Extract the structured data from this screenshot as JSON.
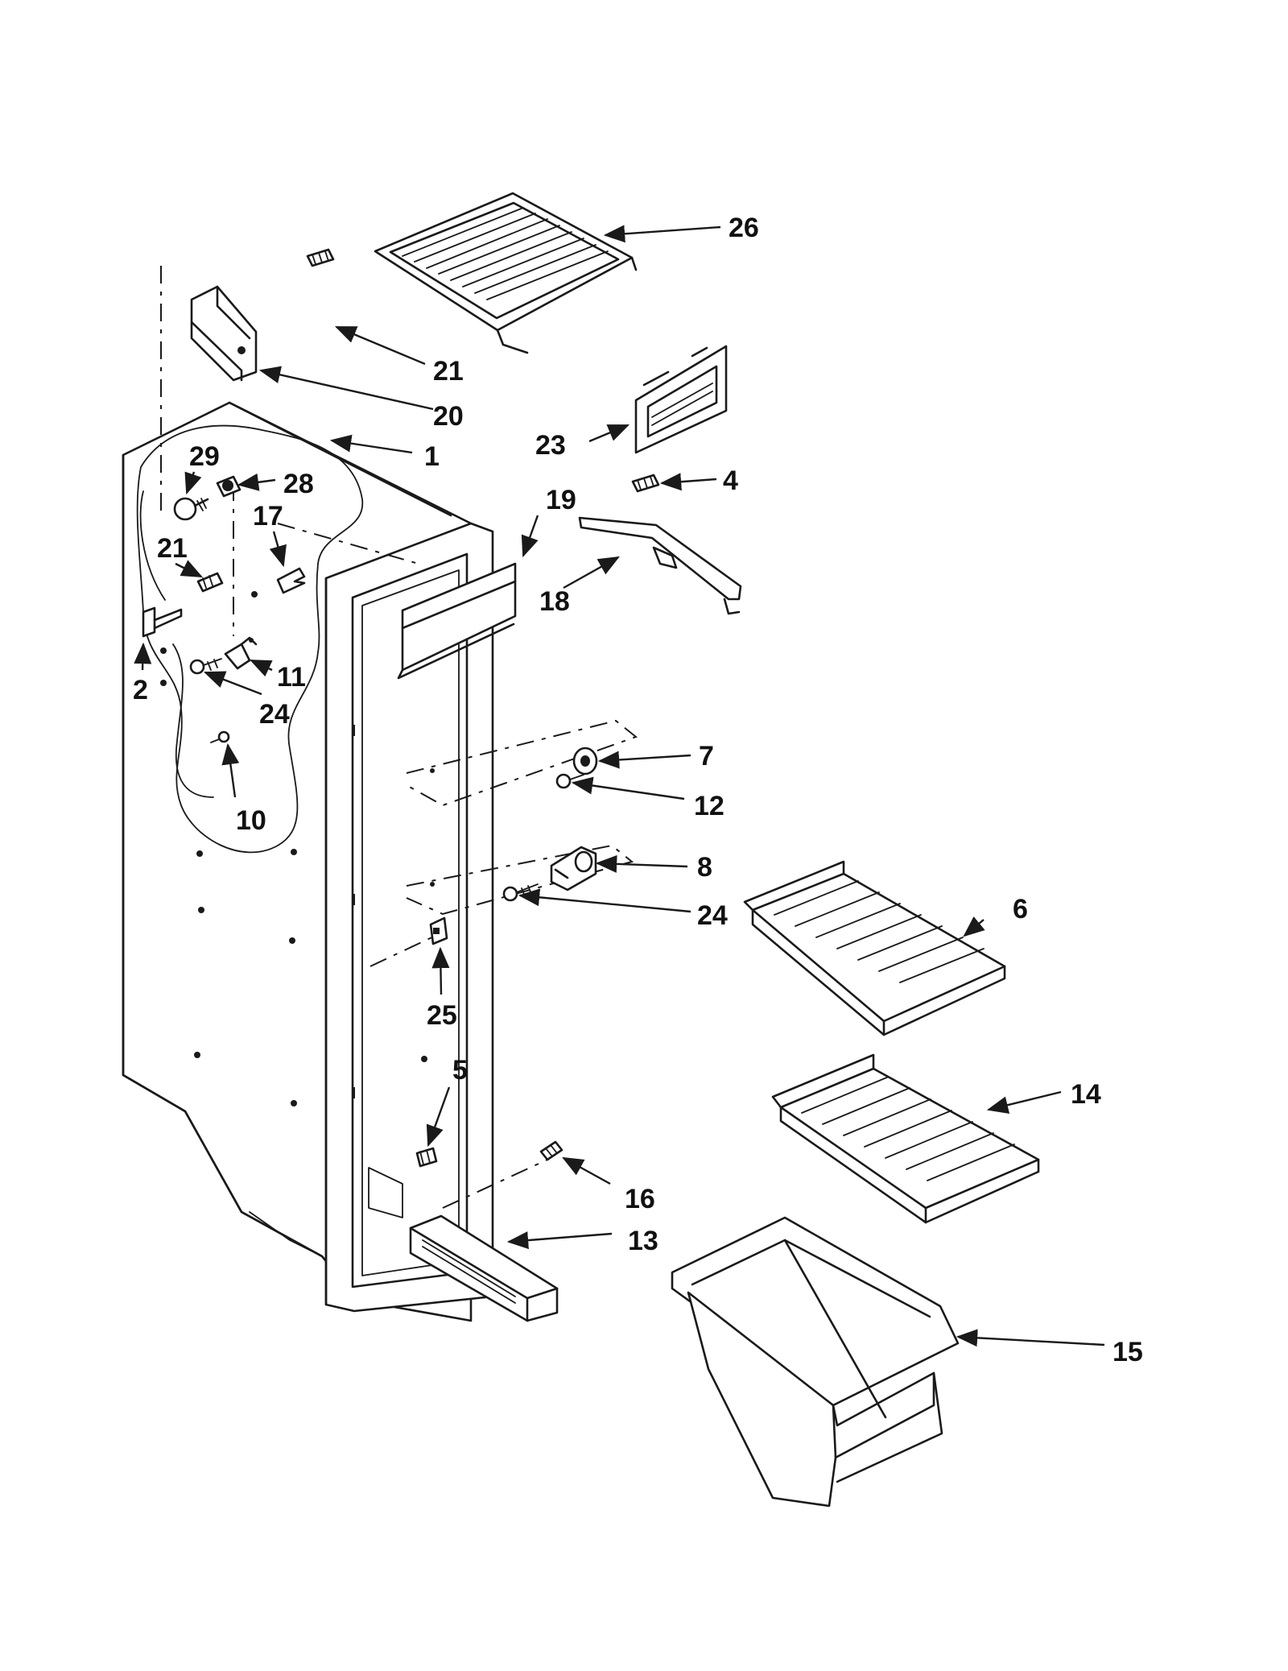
{
  "callouts": [
    {
      "id": "c26",
      "label": "26"
    },
    {
      "id": "c21a",
      "label": "21"
    },
    {
      "id": "c20",
      "label": "20"
    },
    {
      "id": "c1",
      "label": "1"
    },
    {
      "id": "c23",
      "label": "23"
    },
    {
      "id": "c29",
      "label": "29"
    },
    {
      "id": "c28",
      "label": "28"
    },
    {
      "id": "c4",
      "label": "4"
    },
    {
      "id": "c19",
      "label": "19"
    },
    {
      "id": "c17",
      "label": "17"
    },
    {
      "id": "c21b",
      "label": "21"
    },
    {
      "id": "c18",
      "label": "18"
    },
    {
      "id": "c11",
      "label": "11"
    },
    {
      "id": "c2",
      "label": "2"
    },
    {
      "id": "c24a",
      "label": "24"
    },
    {
      "id": "c7",
      "label": "7"
    },
    {
      "id": "c12",
      "label": "12"
    },
    {
      "id": "c10",
      "label": "10"
    },
    {
      "id": "c8",
      "label": "8"
    },
    {
      "id": "c6",
      "label": "6"
    },
    {
      "id": "c24b",
      "label": "24"
    },
    {
      "id": "c25",
      "label": "25"
    },
    {
      "id": "c5",
      "label": "5"
    },
    {
      "id": "c14",
      "label": "14"
    },
    {
      "id": "c16",
      "label": "16"
    },
    {
      "id": "c13",
      "label": "13"
    },
    {
      "id": "c15",
      "label": "15"
    }
  ]
}
